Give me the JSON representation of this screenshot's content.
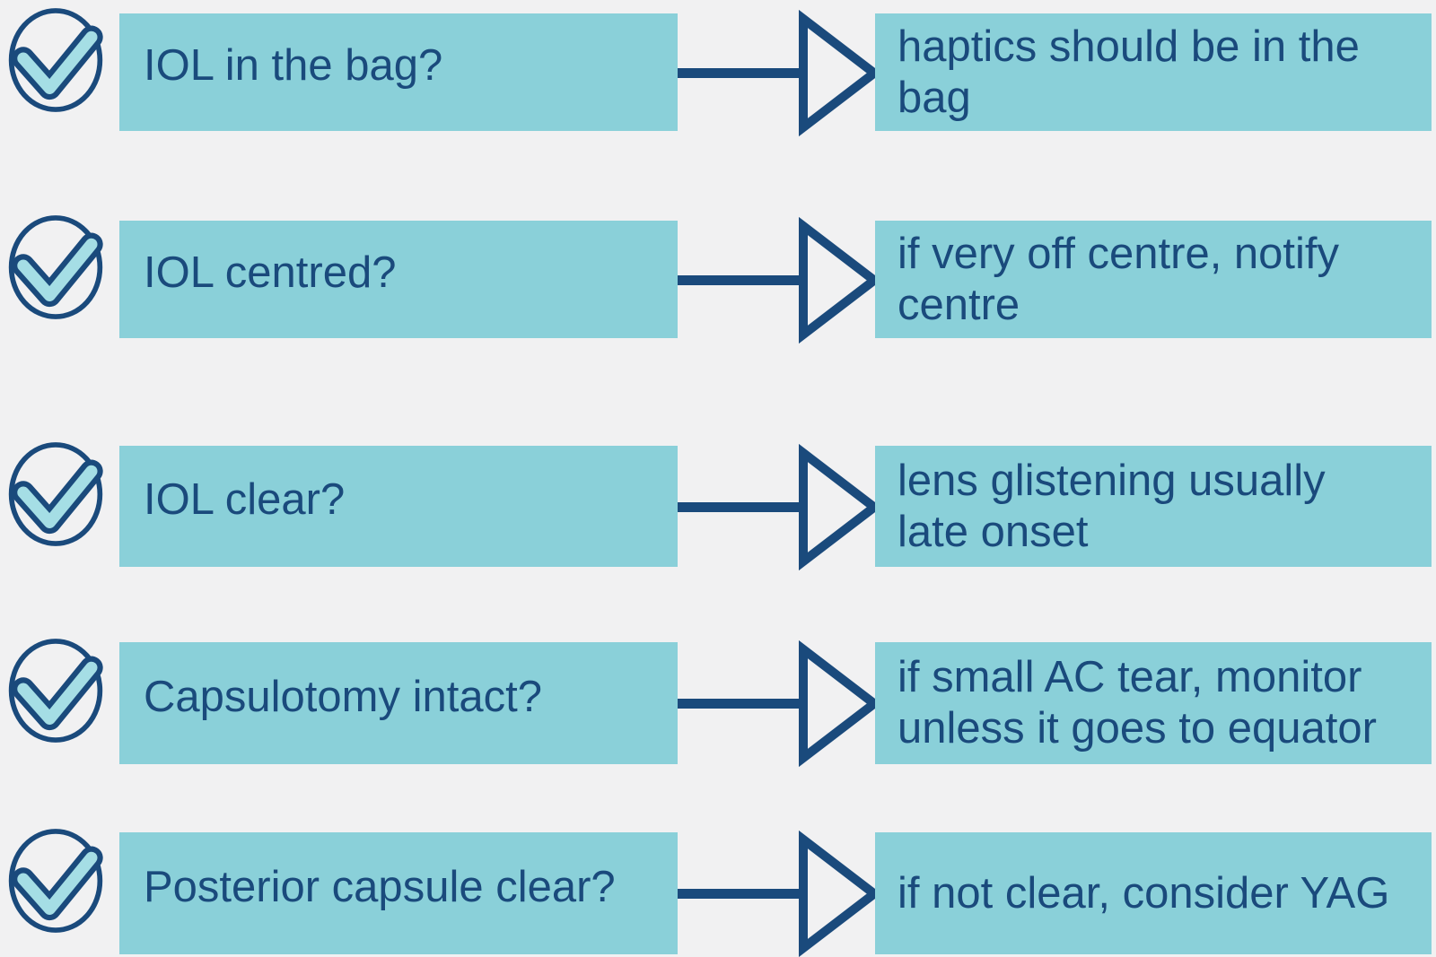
{
  "palette": {
    "background": "#f1f1f2",
    "box_teal": "#8ad0d9",
    "navy": "#1a4a7c",
    "check_fill": "#a5dee5"
  },
  "rows": [
    {
      "icon": "check-circle",
      "question": "IOL in the bag?",
      "answer_lines": [
        "haptics should be in the",
        "bag"
      ]
    },
    {
      "icon": "check-circle",
      "question": "IOL centred?",
      "answer_lines": [
        "if very off centre, notify",
        "centre"
      ]
    },
    {
      "icon": "check-circle",
      "question": "IOL clear?",
      "answer_lines": [
        "lens glistening usually",
        "late onset"
      ]
    },
    {
      "icon": "check-circle",
      "question": "Capsulotomy intact?",
      "answer_lines": [
        "if small AC tear, monitor",
        "unless it goes to equator"
      ]
    },
    {
      "icon": "check-circle",
      "question": "Posterior capsule clear?",
      "answer_lines": [
        "if not clear, consider YAG"
      ]
    }
  ]
}
